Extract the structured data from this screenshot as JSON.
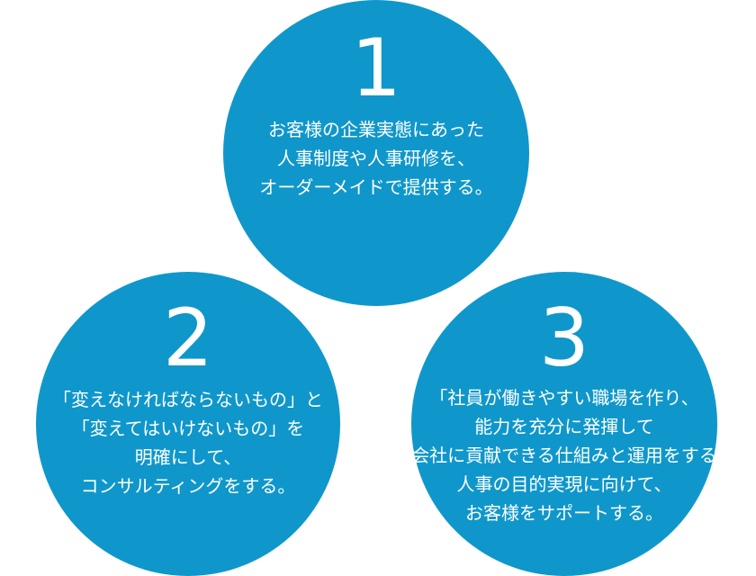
{
  "points": [
    {
      "number": "1",
      "lines": [
        "お客様の企業実態にあった",
        "人事制度や人事研修を、",
        "オーダーメイドで提供する。"
      ]
    },
    {
      "number": "2",
      "lines": [
        "「変えなければならないもの」と",
        "「変えてはいけないもの」を",
        "明確にして、",
        "コンサルティングをする。"
      ]
    },
    {
      "number": "3",
      "lines": [
        "「社員が働きやすい職場を作り、",
        "能力を充分に発揮して",
        "会社に貢献できる仕組みと運用をする",
        "人事の目的実現に向けて、",
        "お客様をサポートする。"
      ]
    }
  ],
  "colors": {
    "circle_fill": "#0f97cb",
    "text": "#ffffff",
    "background": "#ffffff"
  }
}
